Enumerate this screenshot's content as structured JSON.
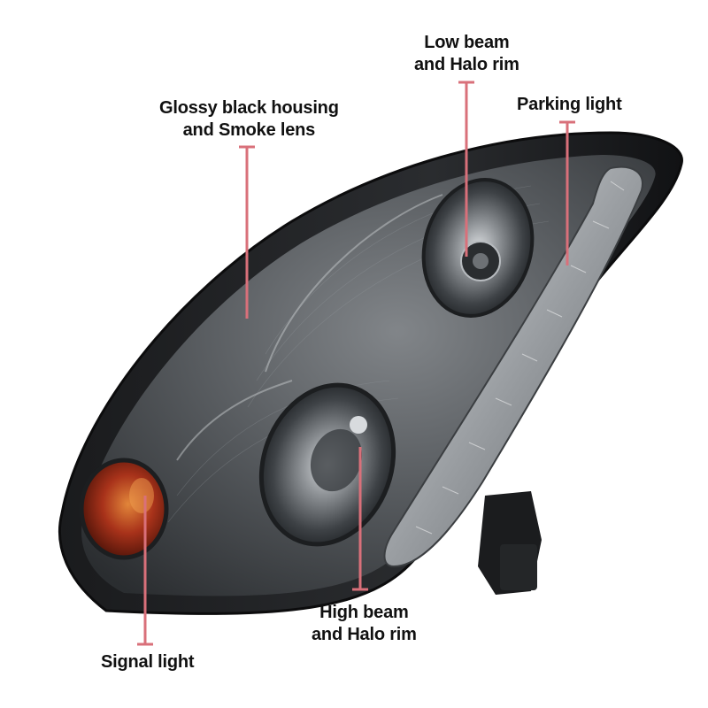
{
  "annotations": {
    "housing": {
      "line1": "Glossy black housing",
      "line2": "and Smoke lens"
    },
    "low_beam": {
      "line1": "Low beam",
      "line2": "and Halo rim"
    },
    "parking": {
      "line1": "Parking light"
    },
    "high_beam": {
      "line1": "High beam",
      "line2": "and Halo rim"
    },
    "signal": {
      "line1": "Signal light"
    }
  },
  "colors": {
    "callout": "#d9707a",
    "housing": "#161718",
    "lens_smoke": "#55595d",
    "signal_amber": "#9b2a10",
    "text": "#111111"
  }
}
